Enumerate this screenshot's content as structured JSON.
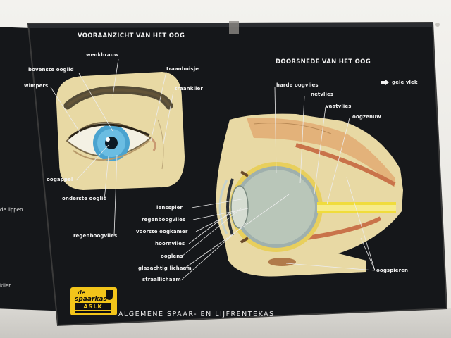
{
  "poster": {
    "left_title": "VOORAANZICHT VAN HET OOG",
    "right_title": "DOORSNEDE VAN HET OOG",
    "footer": "ALGEMENE SPAAR- EN LIJFRENTEKAS",
    "legend_note": "gele vlek"
  },
  "logo": {
    "line1": "de",
    "line2": "spaarkas",
    "line3": "ASLK"
  },
  "front_labels": {
    "wenkbrauw": "wenkbrauw",
    "bovenste_ooglid": "bovenste ooglid",
    "wimpers": "wimpers",
    "traanbuisje": "traanbuisje",
    "traanklier": "traanklier",
    "oogappel": "oogappel",
    "onderste_ooglid": "onderste ooglid",
    "regenboogvlies": "regenboogvlies"
  },
  "section_labels": {
    "harde_oogvlies": "harde oogvlies",
    "netvlies": "netvlies",
    "vaatvlies": "vaatvlies",
    "oogzenuw": "oogzenuw",
    "lensspier": "lensspier",
    "regenboogvlies": "regenboogvlies",
    "voorste_oogkamer": "voorste oogkamer",
    "hoornvlies": "hoornvlies",
    "ooglens": "ooglens",
    "glasachtig_lichaam": "glasachtig lichaam",
    "straallichaam": "straallichaam",
    "oogspieren": "oogspieren"
  },
  "back_board_labels": {
    "lippen": "de lippen",
    "klier": "klier"
  },
  "colors": {
    "board": "#15171a",
    "skin": "#e8d9a4",
    "iris": "#4aa3cf",
    "logo_yellow": "#f3c51a",
    "nerve_yellow": "#f0dc3c",
    "vitreous": "#b9c6b9"
  }
}
